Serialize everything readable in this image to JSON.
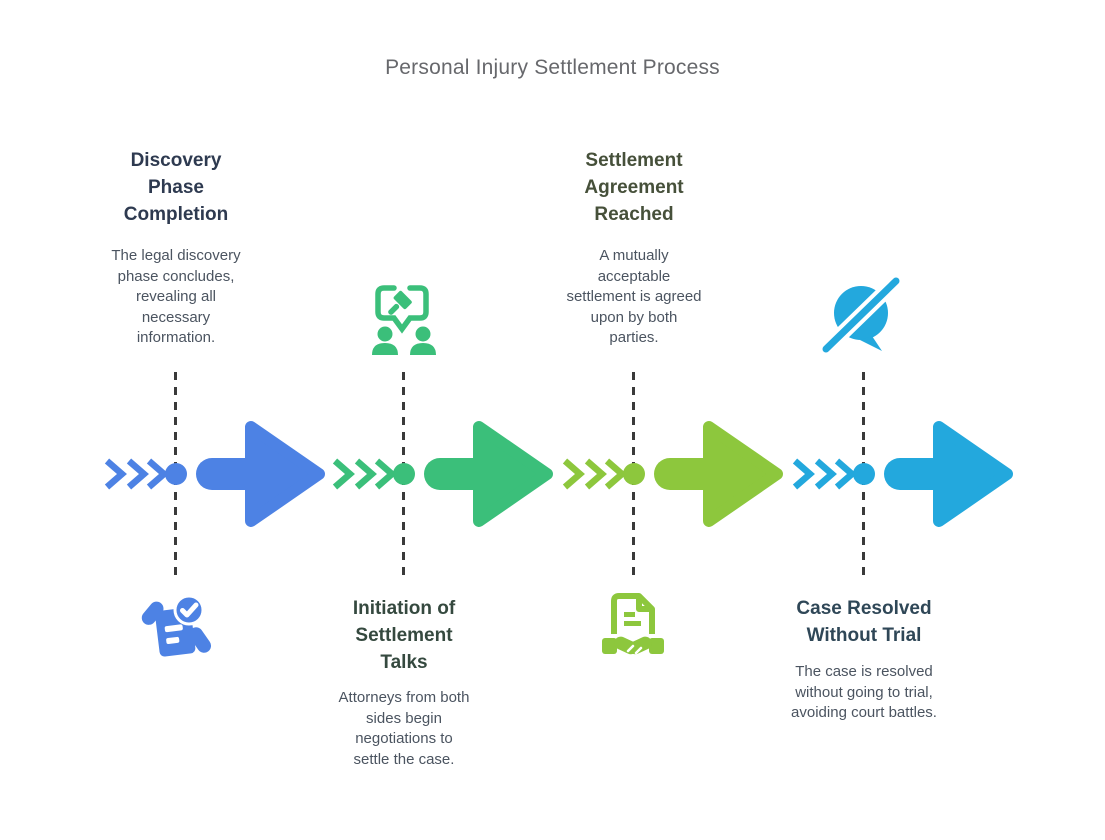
{
  "title": "Personal Injury Settlement Process",
  "styles": {
    "background": "#ffffff",
    "title_color": "#67686c",
    "body_text_color": "#4b5460",
    "connector_color": "#3a3a3a"
  },
  "stages": [
    {
      "heading": "Discovery Phase Completion",
      "description": "The legal discovery phase concludes, revealing all necessary information.",
      "accent": "#4d82e4",
      "heading_color": "#2e3a50",
      "icon": "document-check-hands-icon",
      "text_position": "top"
    },
    {
      "heading": "Initiation of Settlement Talks",
      "description": "Attorneys from both sides begin negotiations to settle the case.",
      "accent": "#3bbf7a",
      "heading_color": "#35493f",
      "icon": "negotiation-people-gavel-icon",
      "text_position": "bottom"
    },
    {
      "heading": "Settlement Agreement Reached",
      "description": "A mutually acceptable settlement is agreed upon by both parties.",
      "accent": "#8dc73d",
      "heading_color": "#46503a",
      "icon": "document-handshake-icon",
      "text_position": "top"
    },
    {
      "heading": "Case Resolved Without Trial",
      "description": "The case is resolved without going to trial, avoiding court battles.",
      "accent": "#23a8dd",
      "heading_color": "#2f4757",
      "icon": "no-trial-speech-slash-icon",
      "text_position": "bottom"
    }
  ]
}
